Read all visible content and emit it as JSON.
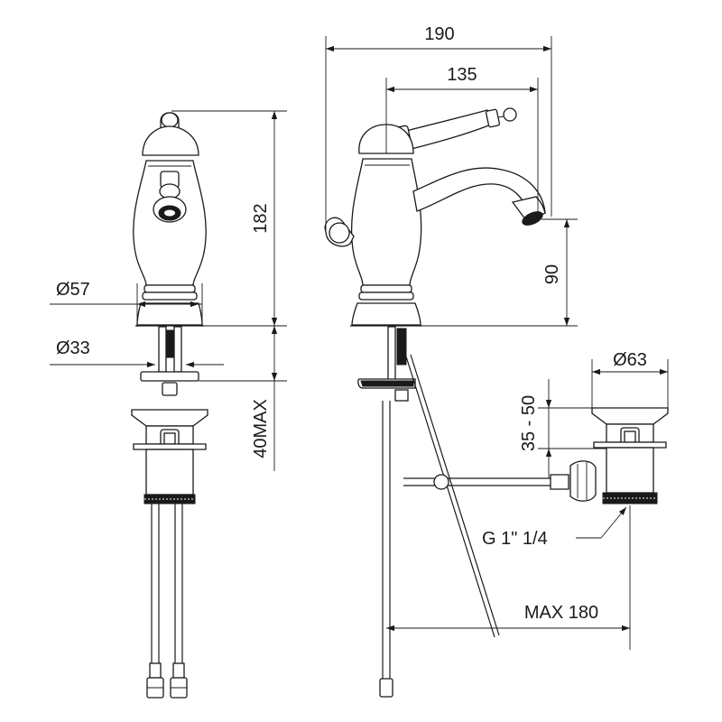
{
  "dimensions": {
    "overall_length": "190",
    "spout_reach": "135",
    "total_height": "182",
    "spout_height": "90",
    "base_diameter": "Ø57",
    "hole_diameter": "Ø33",
    "max_deck_thickness": "40MAX",
    "waste_diameter": "Ø63",
    "waste_adjustment": "35 - 50",
    "waste_thread": "G 1\" 1/4",
    "max_rod_length": "MAX 180"
  },
  "colors": {
    "line": "#1a1a1a",
    "background": "#ffffff"
  }
}
